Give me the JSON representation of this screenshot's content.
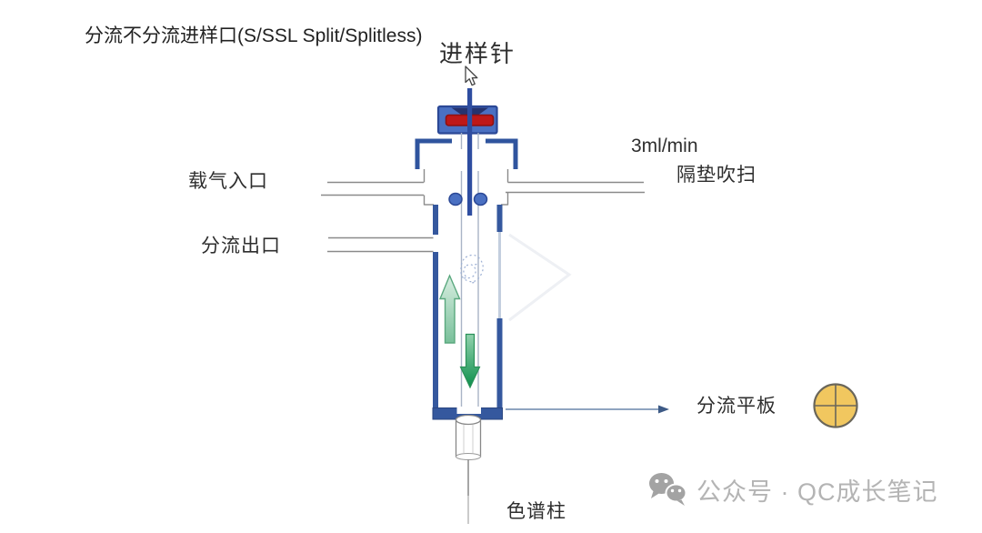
{
  "title": "分流不分流进样口(S/SSL Split/Splitless)",
  "labels": {
    "needle": "进样针",
    "flow_rate": "3ml/min",
    "septum_purge": "隔垫吹扫",
    "carrier_gas_inlet": "载气入口",
    "split_outlet": "分流出口",
    "split_plate": "分流平板",
    "column": "色谱柱"
  },
  "watermark": {
    "icon": "wechat-icon",
    "text": "公众号 · QC成长笔记"
  },
  "icons": {
    "cursor": "mouse-cursor-icon",
    "split_plate_symbol": "crossed-circle-icon",
    "wechat": "wechat-icon"
  },
  "colors": {
    "cap_blue": "#4a70c2",
    "outline_blue": "#2f549e",
    "wall_blue": "#35589e",
    "septum_red": "#be1818",
    "arrow_up_green_light": "#cfe9da",
    "arrow_up_green": "#79c09a",
    "arrow_down_green": "#0c8f4c",
    "plate_yellow": "#f1c75f",
    "line_gray": "#8a8a8a",
    "liner_gray": "#a9b4c6",
    "pointer_blue": "#6a85ab",
    "watermark_gray": "#b4b4b4",
    "text_dark": "#2e2e2e"
  }
}
